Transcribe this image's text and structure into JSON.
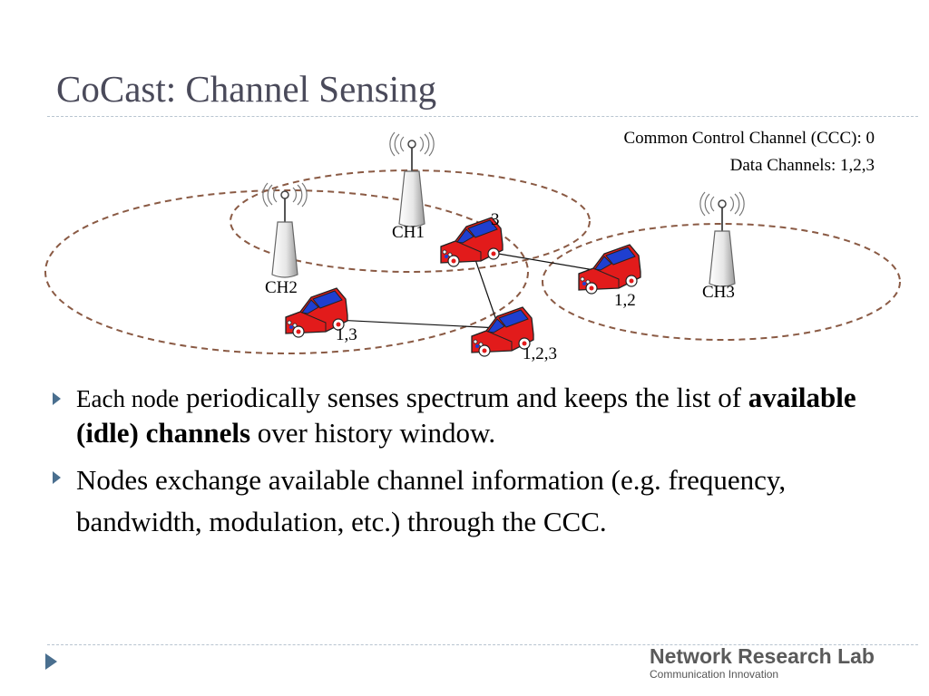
{
  "slide": {
    "title": "CoCast: Channel Sensing"
  },
  "diagram": {
    "ccc_label": "Common Control Channel (CCC): 0",
    "data_label": "Data Channels: 1,2,3",
    "towers": [
      {
        "name": "CH1"
      },
      {
        "name": "CH2"
      },
      {
        "name": "CH3"
      }
    ],
    "node_labels": [
      "3",
      "1,2",
      "1,3",
      "1,2,3"
    ],
    "colors": {
      "car_body": "#e21b1b",
      "car_window": "#1f3fd0",
      "circle": "#8a5a44",
      "tower_fill": "#f0f0f0"
    }
  },
  "bullets": {
    "b1_small": "Each node",
    "b1_mid": " periodically senses spectrum and keeps the list of ",
    "b1_bold": "available (idle) channels",
    "b1_end": " over history window.",
    "b2": "Nodes exchange available channel information (e.g. frequency, bandwidth, modulation, etc.) through the CCC."
  },
  "footer": {
    "lab_name": "Network Research Lab",
    "lab_tagline": "Communication Innovation"
  }
}
